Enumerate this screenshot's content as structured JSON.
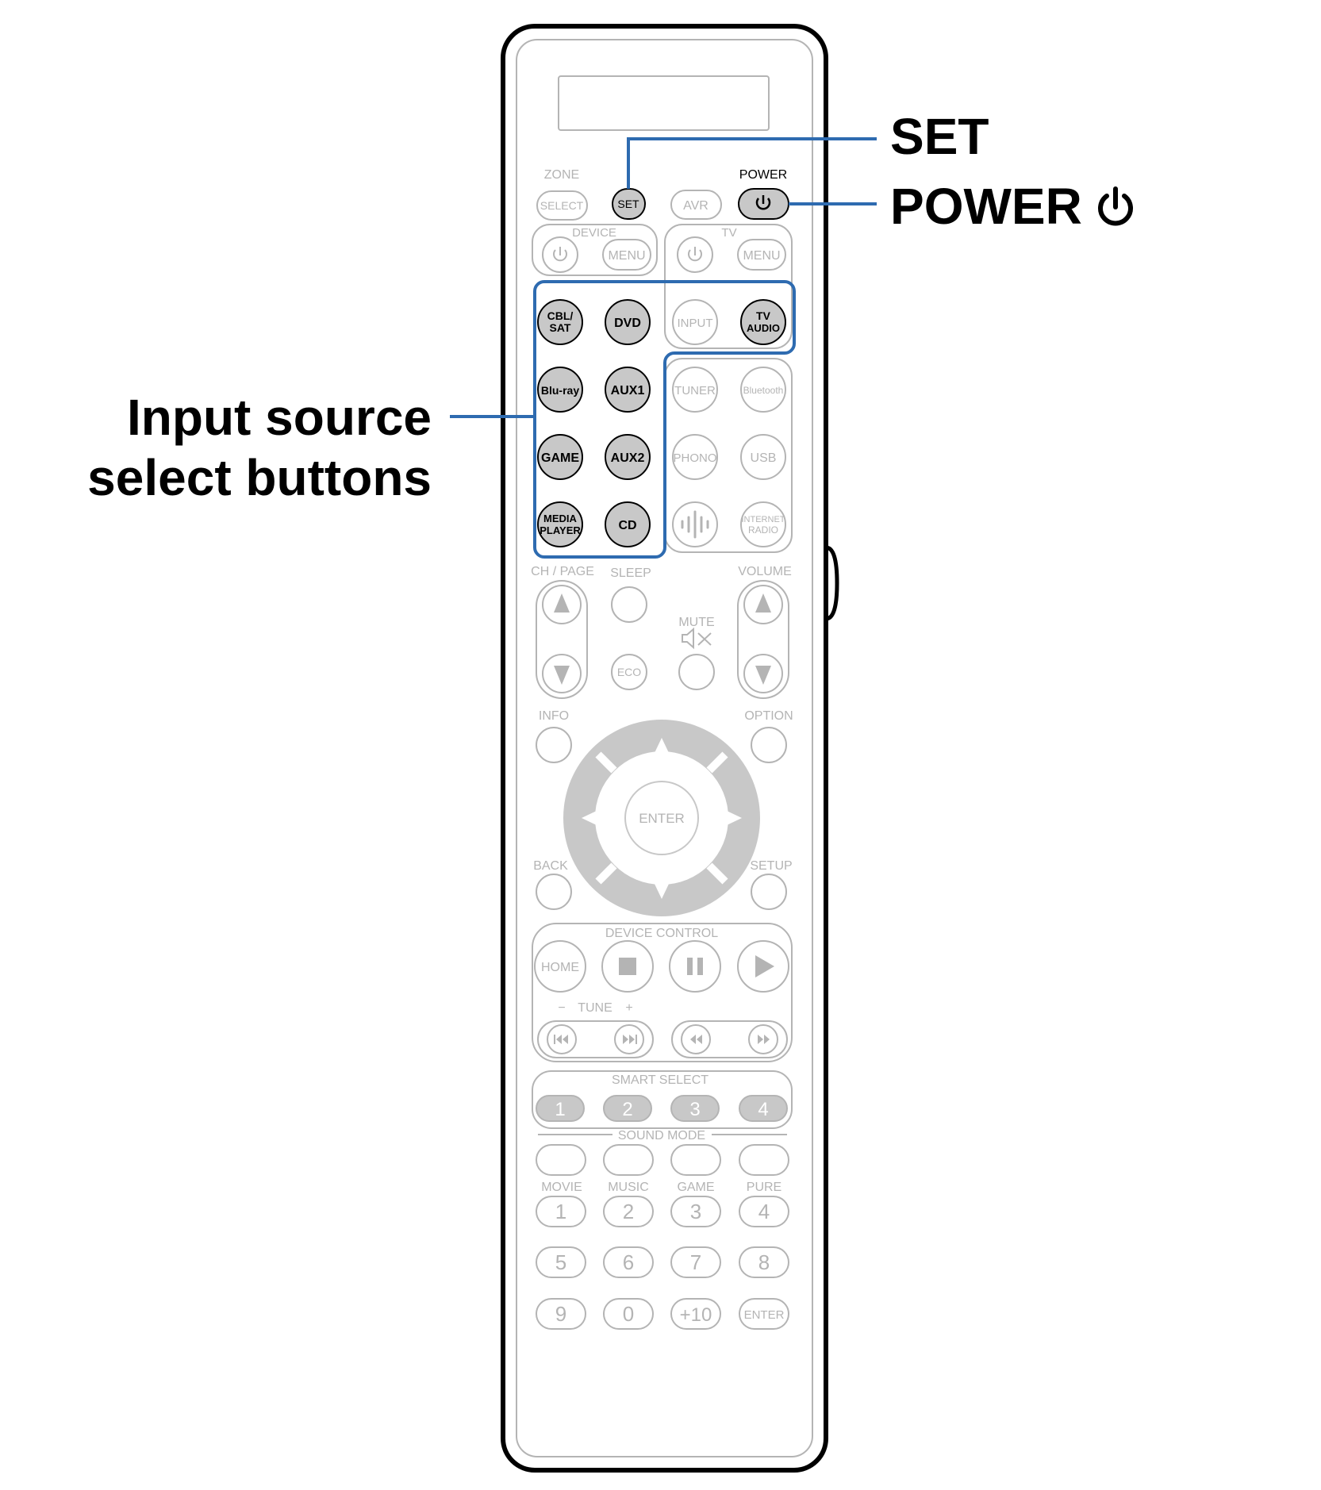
{
  "annotations": {
    "set": "SET",
    "power": "POWER",
    "input_line1": "Input source",
    "input_line2": "select buttons"
  },
  "remote": {
    "zone": "ZONE",
    "select": "SELECT",
    "set": "SET",
    "avr": "AVR",
    "power": "POWER",
    "device": "DEVICE",
    "tv": "TV",
    "menu": "MENU",
    "cbl_sat_1": "CBL/",
    "cbl_sat_2": "SAT",
    "dvd": "DVD",
    "input": "INPUT",
    "tv_audio_1": "TV",
    "tv_audio_2": "AUDIO",
    "bluray": "Blu-ray",
    "aux1": "AUX1",
    "tuner": "TUNER",
    "bluetooth": "Bluetooth",
    "game": "GAME",
    "aux2": "AUX2",
    "phono": "PHONO",
    "usb": "USB",
    "media_1": "MEDIA",
    "media_2": "PLAYER",
    "cd": "CD",
    "inet_1": "INTERNET",
    "inet_2": "RADIO",
    "ch_page": "CH / PAGE",
    "sleep": "SLEEP",
    "volume": "VOLUME",
    "mute": "MUTE",
    "eco": "ECO",
    "info": "INFO",
    "option": "OPTION",
    "enter": "ENTER",
    "back": "BACK",
    "setup": "SETUP",
    "device_control": "DEVICE CONTROL",
    "home": "HOME",
    "tune_minus": "−",
    "tune": "TUNE",
    "tune_plus": "+",
    "smart_select": "SMART SELECT",
    "sound_mode": "SOUND MODE",
    "movie": "MOVIE",
    "music": "MUSIC",
    "game_mode": "GAME",
    "pure": "PURE",
    "enter_key": "ENTER",
    "smart_keys": [
      "1",
      "2",
      "3",
      "4"
    ],
    "num_row1": [
      "1",
      "2",
      "3",
      "4"
    ],
    "num_row2": [
      "5",
      "6",
      "7",
      "8"
    ],
    "num_row3": [
      "9",
      "0",
      "+10"
    ]
  },
  "colors": {
    "highlight": "#2e6bb0",
    "active_button": "#c8c8c8",
    "faded": "#b4b4b4",
    "outline": "#000000"
  }
}
